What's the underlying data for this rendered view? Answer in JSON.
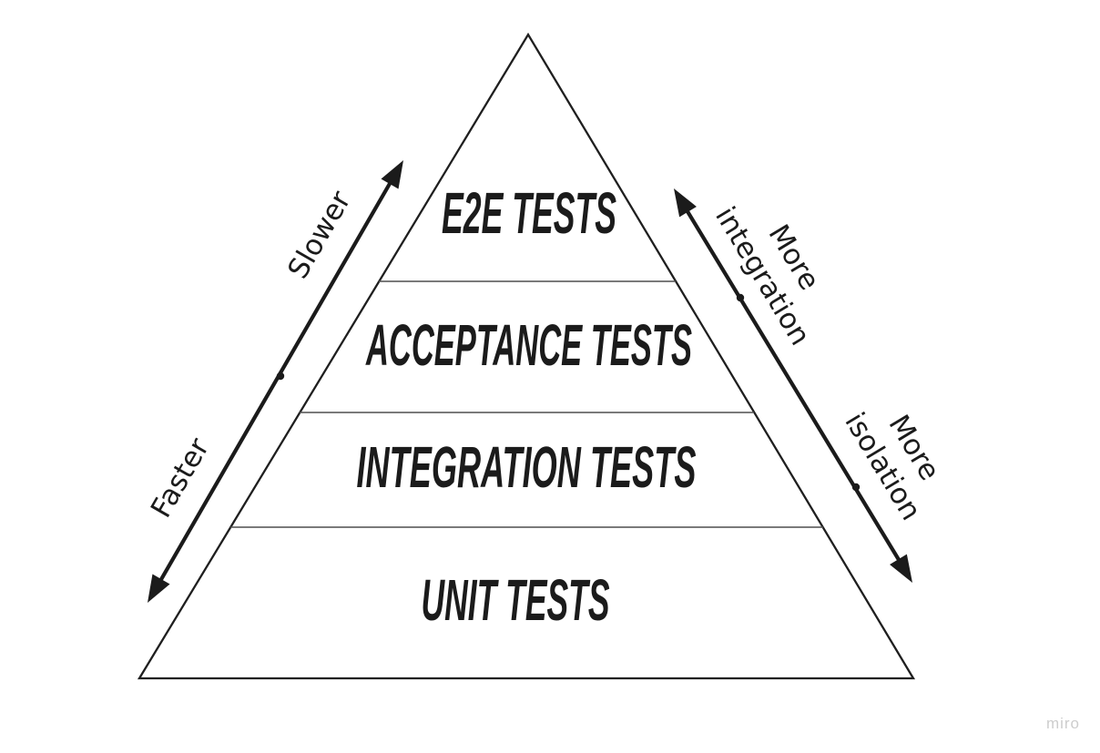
{
  "canvas": {
    "background": "#ffffff"
  },
  "pyramid": {
    "levels": [
      {
        "id": "e2e",
        "label": "E2E TESTS"
      },
      {
        "id": "acceptance",
        "label": "ACCEPTANCE TESTS"
      },
      {
        "id": "integration",
        "label": "INTEGRATION TESTS"
      },
      {
        "id": "unit",
        "label": "UNIT TESTS"
      }
    ]
  },
  "left_arrow": {
    "top_label": "Slower",
    "bottom_label": "Faster"
  },
  "right_arrow": {
    "top_label": [
      "More",
      "integration"
    ],
    "bottom_label": [
      "More",
      "isolation"
    ]
  },
  "watermark": "miro",
  "colors": {
    "ink": "#1b1b1b",
    "outline": "#1f1f1f",
    "divider": "#4f4f4f",
    "watermark": "#cdcdcd"
  }
}
